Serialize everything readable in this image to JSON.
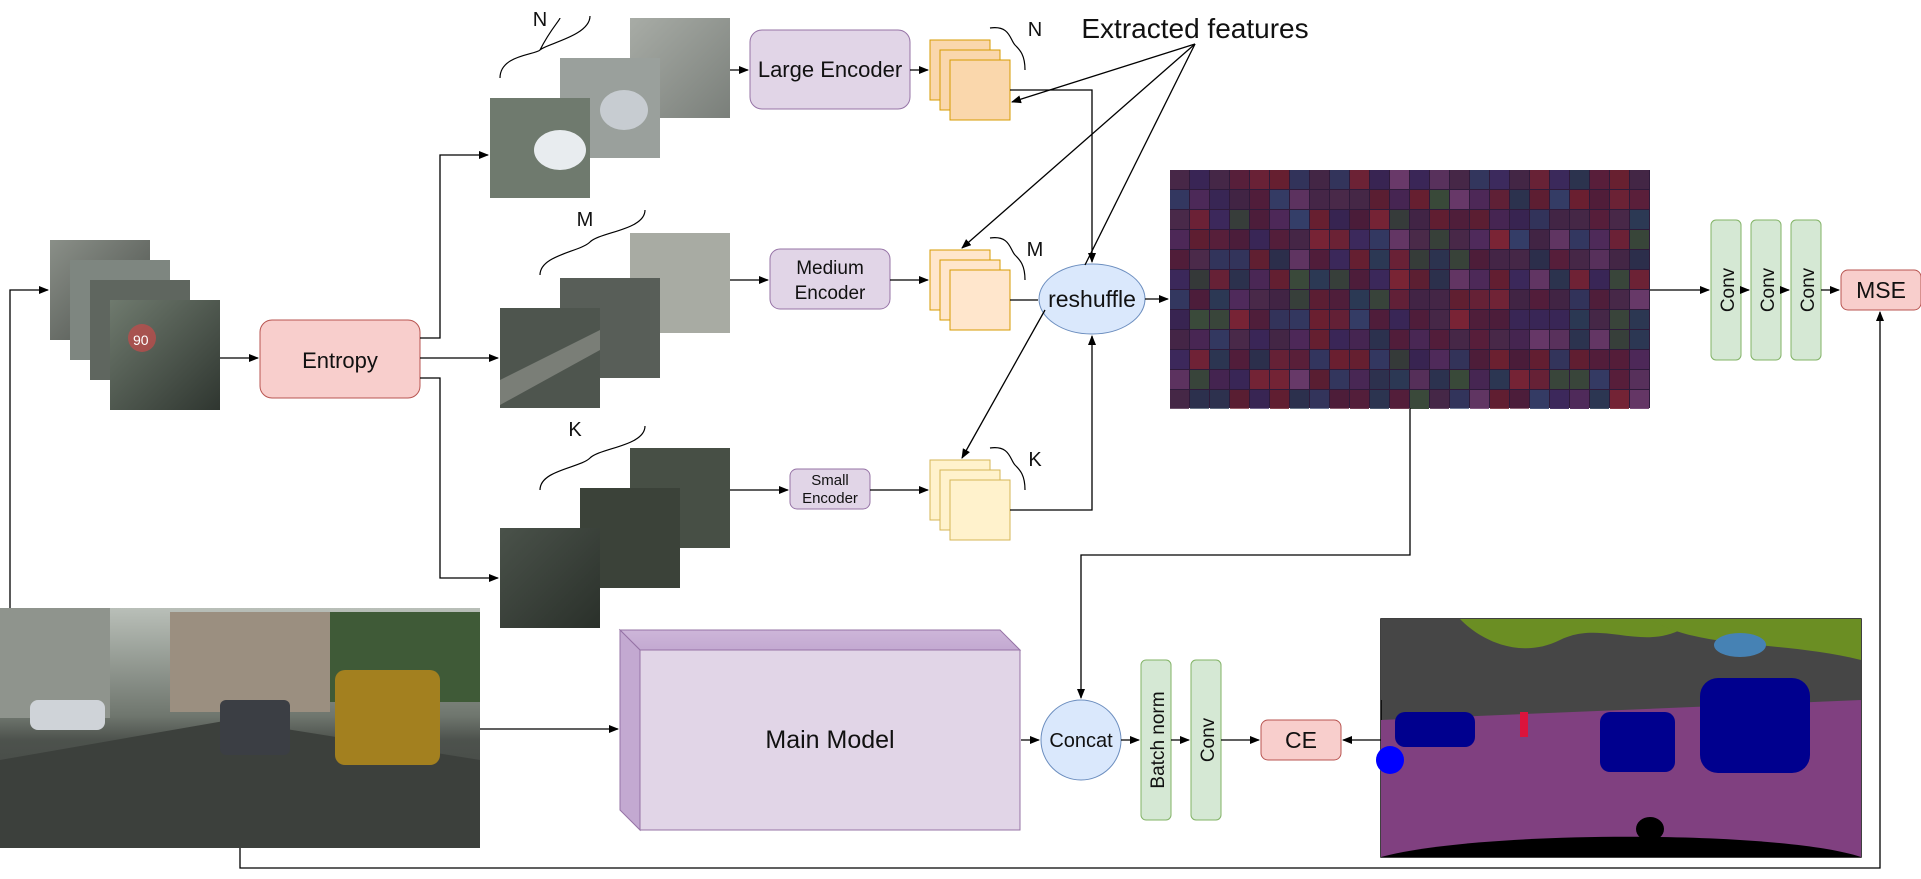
{
  "labels": {
    "entropy": "Entropy",
    "large_encoder": "Large Encoder",
    "medium_encoder_line1": "Medium",
    "medium_encoder_line2": "Encoder",
    "small_encoder_line1": "Small",
    "small_encoder_line2": "Encoder",
    "reshuffle": "reshuffle",
    "extracted_features": "Extracted features",
    "main_model": "Main Model",
    "concat": "Concat",
    "batch_norm": "Batch norm",
    "conv": "Conv",
    "mse": "MSE",
    "ce": "CE",
    "count_n": "N",
    "count_m": "M",
    "count_k": "K"
  },
  "colors": {
    "entropy_fill": "#f8cecc",
    "entropy_stroke": "#b85450",
    "encoder_fill": "#e1d5e7",
    "encoder_stroke": "#9673a6",
    "reshuffle_fill": "#dae8fc",
    "reshuffle_stroke": "#6c8ebf",
    "conv_fill": "#d5e8d4",
    "conv_stroke": "#82b366",
    "feature_large": "#fad7ac",
    "feature_medium": "#ffe6cc",
    "feature_small": "#fff2cc",
    "feature_stroke": "#d79b00",
    "seg_road": "#804080",
    "seg_car": "#00008e",
    "seg_vegetation": "#6b8e23",
    "seg_building": "#464646",
    "seg_sky": "#4682b4"
  }
}
